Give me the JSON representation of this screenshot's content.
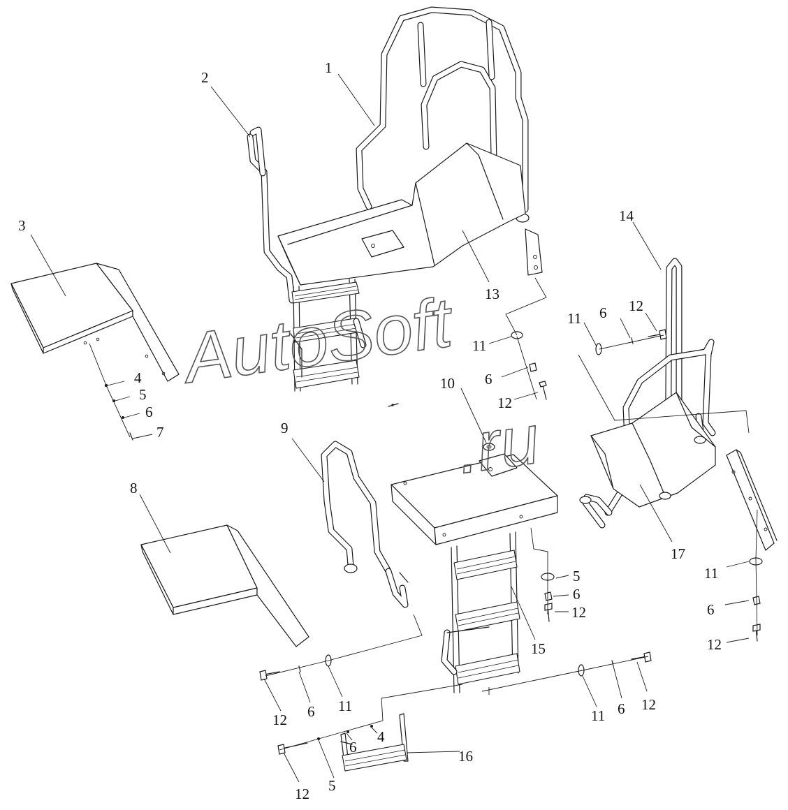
{
  "watermark": {
    "line1": "AutoSoft",
    "line2": ".ru"
  },
  "callouts": [
    {
      "id": "c1",
      "label": "1"
    },
    {
      "id": "c2",
      "label": "2"
    },
    {
      "id": "c3",
      "label": "3"
    },
    {
      "id": "c4a",
      "label": "4"
    },
    {
      "id": "c5a",
      "label": "5"
    },
    {
      "id": "c6a",
      "label": "6"
    },
    {
      "id": "c7",
      "label": "7"
    },
    {
      "id": "c8",
      "label": "8"
    },
    {
      "id": "c9",
      "label": "9"
    },
    {
      "id": "c10",
      "label": "10"
    },
    {
      "id": "c11a",
      "label": "11"
    },
    {
      "id": "c6b",
      "label": "6"
    },
    {
      "id": "c12a",
      "label": "12"
    },
    {
      "id": "c13",
      "label": "13"
    },
    {
      "id": "c14",
      "label": "14"
    },
    {
      "id": "c11b",
      "label": "11"
    },
    {
      "id": "c6c",
      "label": "6"
    },
    {
      "id": "c12b",
      "label": "12"
    },
    {
      "id": "c5b",
      "label": "5"
    },
    {
      "id": "c6d",
      "label": "6"
    },
    {
      "id": "c12c",
      "label": "12"
    },
    {
      "id": "c15",
      "label": "15"
    },
    {
      "id": "c17",
      "label": "17"
    },
    {
      "id": "c11c",
      "label": "11"
    },
    {
      "id": "c6e",
      "label": "6"
    },
    {
      "id": "c12d",
      "label": "12"
    },
    {
      "id": "c12e",
      "label": "12"
    },
    {
      "id": "c6f",
      "label": "6"
    },
    {
      "id": "c11d",
      "label": "11"
    },
    {
      "id": "c11e",
      "label": "11"
    },
    {
      "id": "c6g",
      "label": "6"
    },
    {
      "id": "c12f",
      "label": "12"
    },
    {
      "id": "c4b",
      "label": "4"
    },
    {
      "id": "c6h",
      "label": "6"
    },
    {
      "id": "c16",
      "label": "16"
    },
    {
      "id": "c12g",
      "label": "12"
    },
    {
      "id": "c5c",
      "label": "5"
    }
  ]
}
